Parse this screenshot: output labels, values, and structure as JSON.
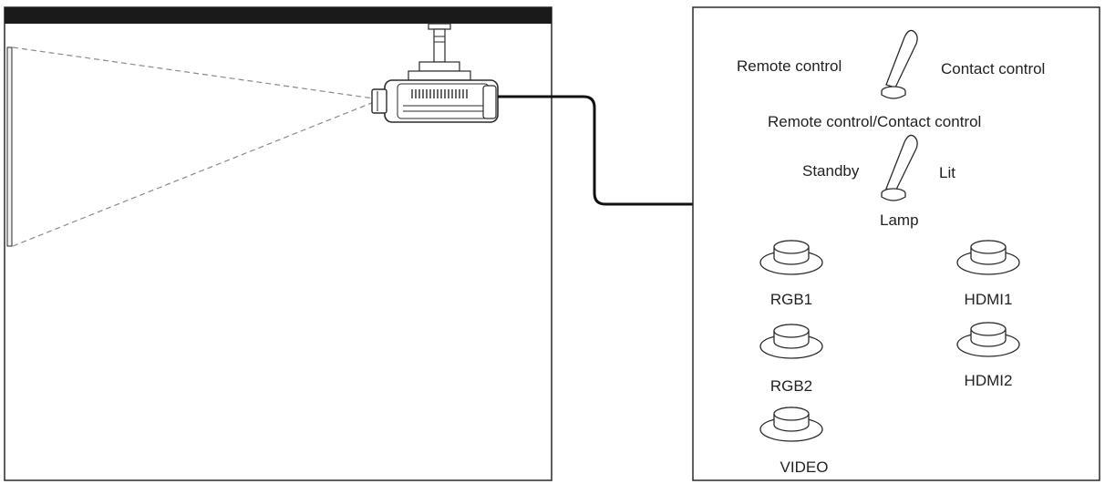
{
  "labels": {
    "remote_control": "Remote control",
    "contact_control": "Contact control",
    "switch1_caption": "Remote control/Contact control",
    "standby": "Standby",
    "lit": "Lit",
    "lamp": "Lamp"
  },
  "buttons": {
    "rgb1": "RGB1",
    "rgb2": "RGB2",
    "video": "VIDEO",
    "hdmi1": "HDMI1",
    "hdmi2": "HDMI2"
  },
  "colors": {
    "line": "#2a2a2a",
    "ceiling": "#1a1a1a",
    "beam": "#8a8a8a"
  }
}
